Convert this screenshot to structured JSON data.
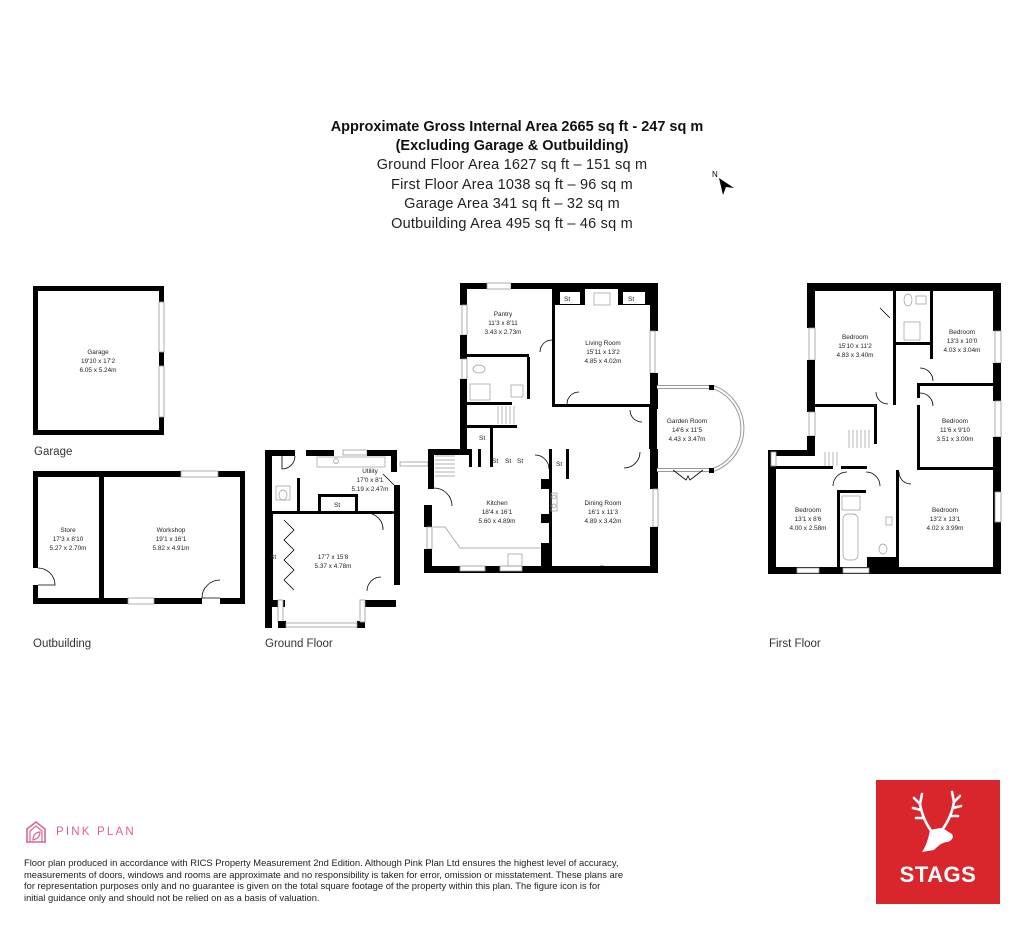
{
  "header": {
    "title": "Approximate Gross Internal Area 2665 sq ft - 247 sq m",
    "subtitle": "(Excluding Garage & Outbuilding)",
    "lines": [
      "Ground Floor Area 1627 sq ft – 151 sq m",
      "First Floor Area 1038 sq ft – 96 sq m",
      "Garage Area 341 sq ft – 32 sq m",
      "Outbuilding Area 495 sq ft – 46 sq m"
    ]
  },
  "compass": {
    "label": "N",
    "icon": "north-arrow-icon"
  },
  "floors": {
    "garage": {
      "label": "Garage",
      "rooms": [
        {
          "name": "Garage",
          "imperial": "19'10 x 17'2",
          "metric": "6.05 x 5.24m"
        }
      ]
    },
    "outbuilding": {
      "label": "Outbuilding",
      "rooms": [
        {
          "name": "Store",
          "imperial": "17'3 x 8'10",
          "metric": "5.27 x 2.70m"
        },
        {
          "name": "Workshop",
          "imperial": "19'1 x 16'1",
          "metric": "5.82 x 4.91m"
        }
      ]
    },
    "ground": {
      "label": "Ground Floor",
      "rooms": [
        {
          "name": "Utility",
          "imperial": "17'0 x 8'1",
          "metric": "5.19 x 2.47m"
        },
        {
          "name": "",
          "imperial": "17'7 x 15'8",
          "metric": "5.37 x 4.78m"
        },
        {
          "name": "Pantry",
          "imperial": "11'3 x 8'11",
          "metric": "3.43 x 2.73m"
        },
        {
          "name": "Living Room",
          "imperial": "15'11 x 13'2",
          "metric": "4.85 x 4.02m"
        },
        {
          "name": "Garden Room",
          "imperial": "14'6 x 11'5",
          "metric": "4.43 x 3.47m"
        },
        {
          "name": "Kitchen",
          "imperial": "18'4 x 16'1",
          "metric": "5.60 x 4.89m"
        },
        {
          "name": "Dining Room",
          "imperial": "16'1 x 11'3",
          "metric": "4.89 x 3.42m"
        }
      ],
      "storage_label": "St"
    },
    "first": {
      "label": "First Floor",
      "rooms": [
        {
          "name": "Bedroom",
          "imperial": "15'10 x 11'2",
          "metric": "4.83 x 3.40m"
        },
        {
          "name": "Bedroom",
          "imperial": "13'3 x 10'0",
          "metric": "4.03 x 3.04m"
        },
        {
          "name": "Bedroom",
          "imperial": "11'6 x 9'10",
          "metric": "3.51 x 3.00m"
        },
        {
          "name": "Bedroom",
          "imperial": "13'1 x 8'6",
          "metric": "4.00 x 2.58m"
        },
        {
          "name": "Bedroom",
          "imperial": "13'2 x 13'1",
          "metric": "4.02 x 3.99m"
        }
      ]
    }
  },
  "footer": {
    "brand": "PINK PLAN",
    "brand_color": "#e0638a",
    "disclaimer": "Floor plan produced in accordance with RICS Property Measurement 2nd Edition. Although Pink Plan Ltd ensures the highest level of accuracy, measurements of doors, windows and rooms are approximate and no responsibility is taken for error, omission or misstatement. These plans are for representation purposes only and no guarantee is given on the total square footage of the property within this plan. The figure icon is for initial guidance only and should not be relied on as a basis of valuation.",
    "agent_logo": "STAGS",
    "agent_color": "#d9262c"
  }
}
